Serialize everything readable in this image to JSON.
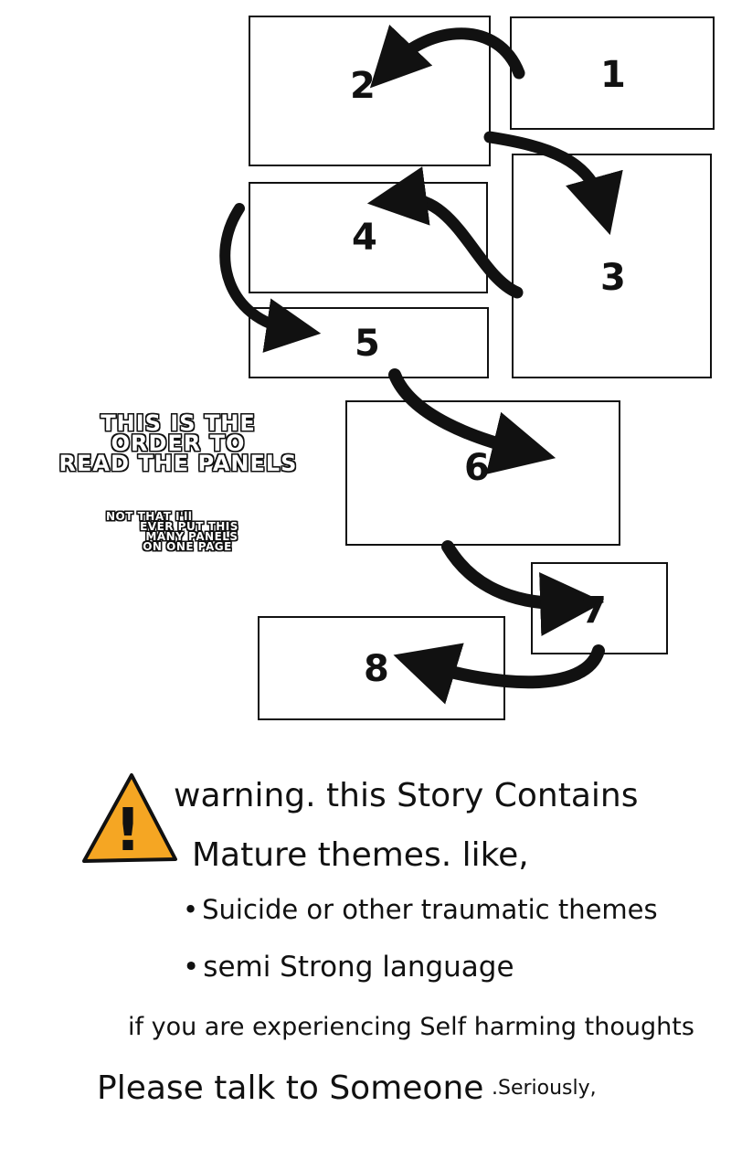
{
  "panels": [
    {
      "id": "1",
      "label": "1"
    },
    {
      "id": "2",
      "label": "2"
    },
    {
      "id": "3",
      "label": "3"
    },
    {
      "id": "4",
      "label": "4"
    },
    {
      "id": "5",
      "label": "5"
    },
    {
      "id": "6",
      "label": "6"
    },
    {
      "id": "7",
      "label": "7"
    },
    {
      "id": "8",
      "label": "8"
    }
  ],
  "order_note": {
    "line1": "THIS IS THE",
    "line2": "ORDER TO",
    "line3": "READ THE PANELS"
  },
  "side_note": {
    "line1": "NOT THAT I'll",
    "line2": "EVER PUT THIS",
    "line3": "MANY PANELS",
    "line4": "ON ONE PAGE"
  },
  "warning": {
    "icon_symbol": "!",
    "icon_color": "#F5A623",
    "line1": "warning. this Story Contains",
    "line2": "Mature themes. like,",
    "bullet1": "Suicide or other traumatic themes",
    "bullet2": "semi Strong language",
    "line3": "if you are experiencing Self harming thoughts",
    "line4": "Please talk to Someone",
    "line4_suffix": ".Seriously,"
  }
}
